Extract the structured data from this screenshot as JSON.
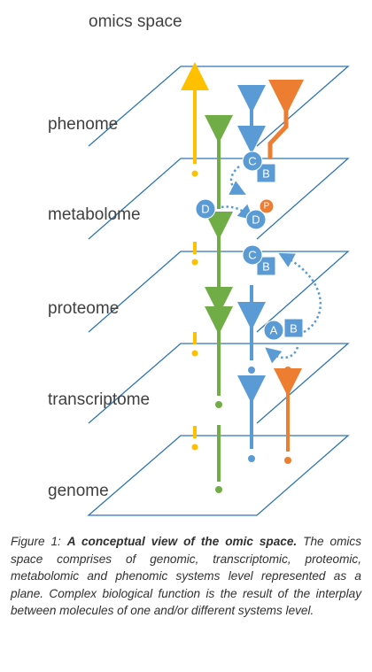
{
  "title": "omics space",
  "levels": [
    {
      "name": "phenome"
    },
    {
      "name": "metabolome"
    },
    {
      "name": "proteome"
    },
    {
      "name": "transcriptome"
    },
    {
      "name": "genome"
    }
  ],
  "nodes": {
    "phenome_c": "C",
    "phenome_b": "B",
    "metabolome_d_left": "D",
    "metabolome_d_right": "D",
    "metabolome_p": "P",
    "proteome_c": "C",
    "proteome_b": "B",
    "proteome_a": "A",
    "proteome_b2": "B"
  },
  "colors": {
    "plane": "#2e75b6",
    "yellow": "#ffc000",
    "green": "#70ad47",
    "blue": "#5b9bd5",
    "orange": "#ed7d31"
  },
  "caption": {
    "prefix": "Figure 1: ",
    "bold": "A conceptual view of the omic space.",
    "text": " The omics space comprises of genomic, transcriptomic, proteomic, metabolomic and phenomic systems level represented as a plane. Complex biological function is the result of the interplay between molecules of one and/or different systems level."
  }
}
